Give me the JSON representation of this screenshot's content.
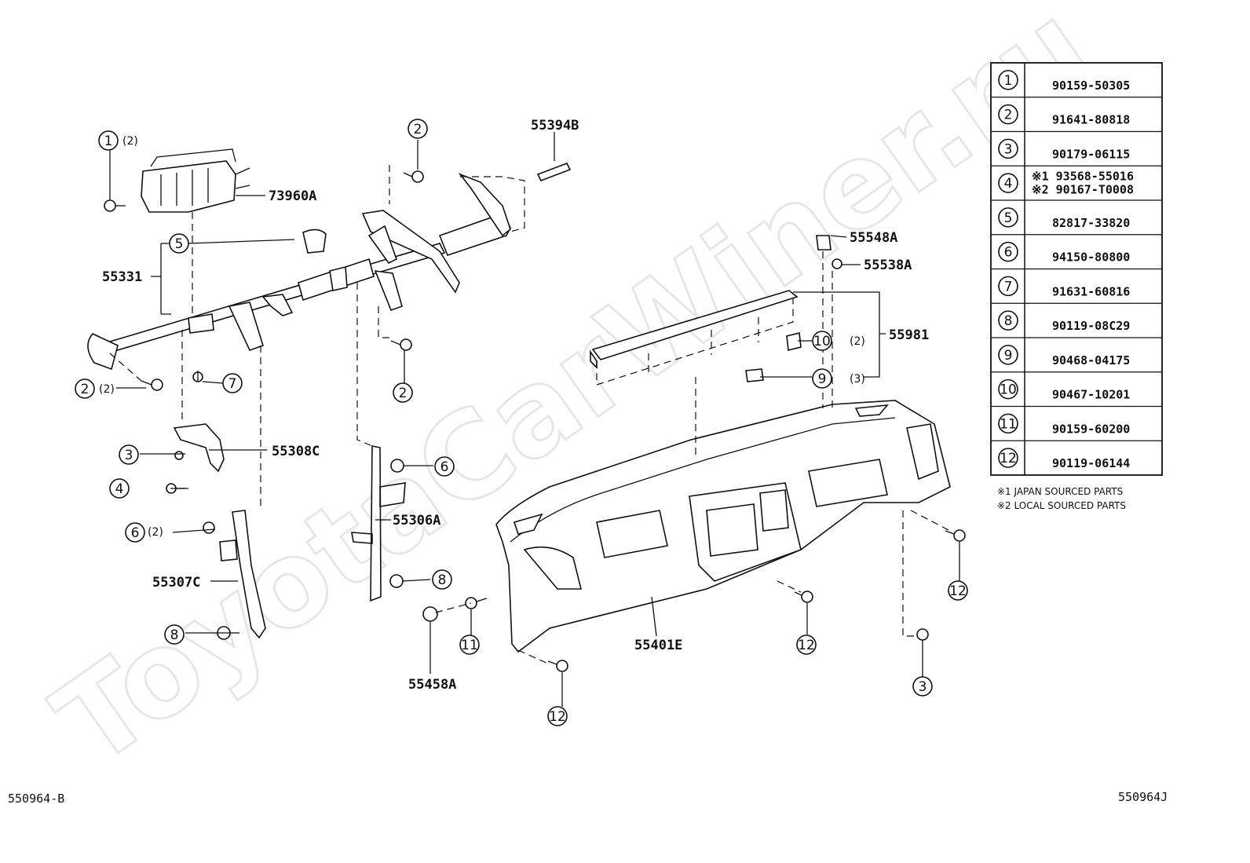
{
  "watermark": "ToyotaCarWiner.ru",
  "corner_codes": {
    "left": "550964-B",
    "right": "550964J"
  },
  "part_labels": {
    "p73960A": "73960A",
    "p55331": "55331",
    "p55394B": "55394B",
    "p55548A": "55548A",
    "p55538A": "55538A",
    "p55981": "55981",
    "p55308C": "55308C",
    "p55306A": "55306A",
    "p55307C": "55307C",
    "p55401E": "55401E",
    "p55458A": "55458A"
  },
  "callouts": {
    "c1": "1",
    "c2a": "2",
    "c2b": "2",
    "c2c": "2",
    "c3a": "3",
    "c3b": "3",
    "c4": "4",
    "c5": "5",
    "c6a": "6",
    "c6b": "6",
    "c7": "7",
    "c8a": "8",
    "c8b": "8",
    "c9": "9",
    "c10": "10",
    "c11": "11",
    "c12a": "12",
    "c12b": "12",
    "c12c": "12"
  },
  "quantities": {
    "q1": "(2)",
    "q2": "(2)",
    "q6": "(2)",
    "q9": "(3)",
    "q10": "(2)"
  },
  "parts_table": {
    "rows": [
      {
        "num": "1",
        "codes": [
          "90159-50305"
        ]
      },
      {
        "num": "2",
        "codes": [
          "91641-80818"
        ]
      },
      {
        "num": "3",
        "codes": [
          "90179-06115"
        ]
      },
      {
        "num": "4",
        "codes": [
          "※1 93568-55016",
          "※2 90167-T0008"
        ]
      },
      {
        "num": "5",
        "codes": [
          "82817-33820"
        ]
      },
      {
        "num": "6",
        "codes": [
          "94150-80800"
        ]
      },
      {
        "num": "7",
        "codes": [
          "91631-60816"
        ]
      },
      {
        "num": "8",
        "codes": [
          "90119-08C29"
        ]
      },
      {
        "num": "9",
        "codes": [
          "90468-04175"
        ]
      },
      {
        "num": "10",
        "codes": [
          "90467-10201"
        ]
      },
      {
        "num": "11",
        "codes": [
          "90159-60200"
        ]
      },
      {
        "num": "12",
        "codes": [
          "90119-06144"
        ]
      }
    ],
    "notes": [
      "※1  JAPAN SOURCED PARTS",
      "※2  LOCAL SOURCED PARTS"
    ]
  }
}
